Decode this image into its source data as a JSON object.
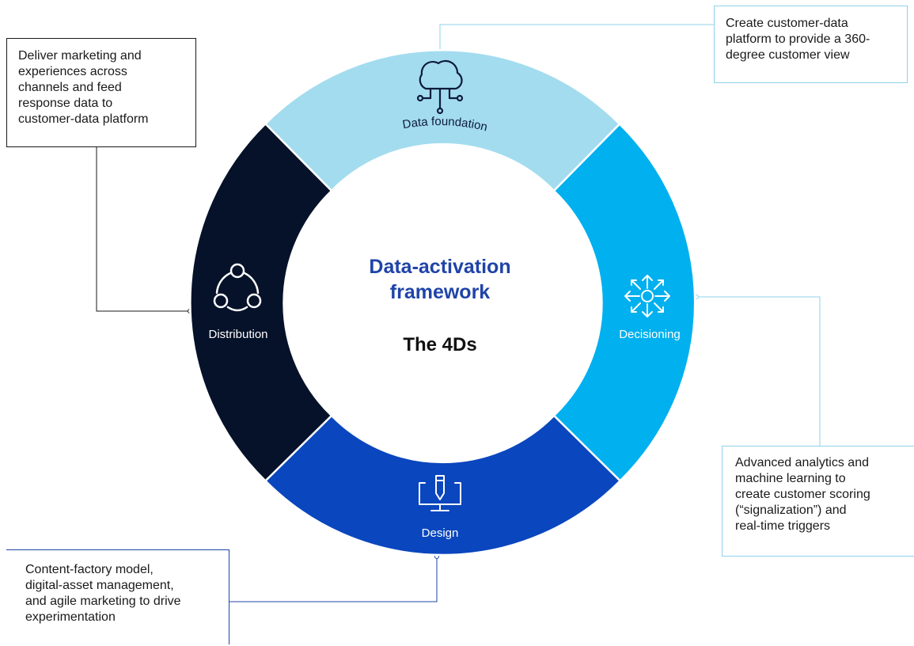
{
  "center": {
    "title_line1": "Data-activation",
    "title_line2": "framework",
    "subtitle": "The 4Ds"
  },
  "segments": {
    "foundation": {
      "label": "Data foundation",
      "color": "#a3dcef",
      "icon": "cloud-network-icon"
    },
    "decisioning": {
      "label": "Decisioning",
      "color": "#00b0ef",
      "icon": "arrows-out-icon"
    },
    "design": {
      "label": "Design",
      "color": "#0a46be",
      "icon": "monitor-pen-icon"
    },
    "distribution": {
      "label": "Distribution",
      "color": "#051229",
      "icon": "network-nodes-icon"
    }
  },
  "notes": {
    "distribution": [
      "Deliver marketing and",
      "experiences across",
      "channels and feed",
      "response data to",
      "customer-data platform"
    ],
    "foundation": [
      "Create customer-data",
      "platform to provide a 360-",
      "degree customer view"
    ],
    "decisioning": [
      "Advanced analytics and",
      "machine learning to",
      "create customer scoring",
      "(“signalization”) and",
      "real-time triggers"
    ],
    "design": [
      "Content-factory model,",
      "digital-asset management,",
      "and agile marketing to drive",
      "experimentation"
    ]
  },
  "colors": {
    "title_blue": "#1f44a8",
    "text_dark": "#1a1a1a",
    "connector_light": "#8fd3ea",
    "connector_blue": "#1f44a8",
    "connector_dark": "#1a1a1a"
  }
}
